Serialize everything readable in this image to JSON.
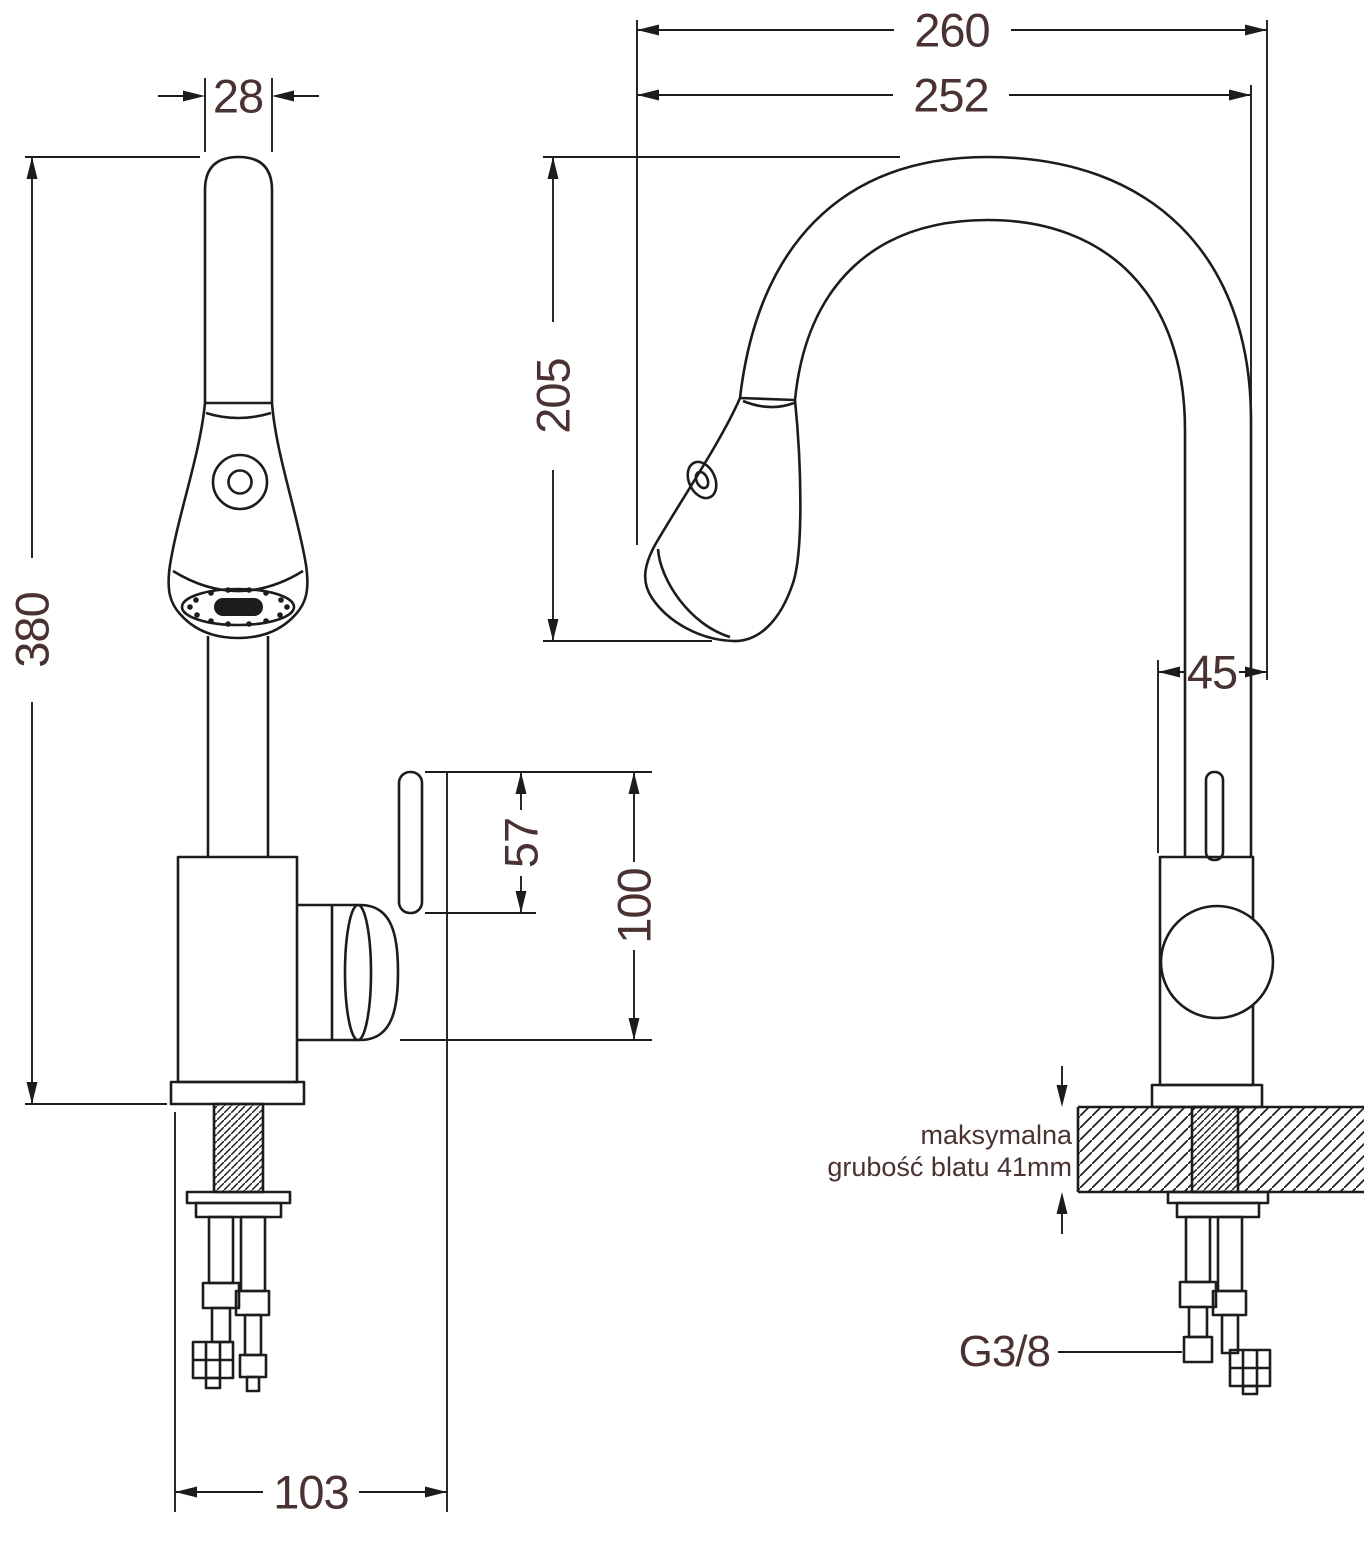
{
  "meta": {
    "title": "Kitchen faucet dimensional drawing",
    "line_color": "#1c1c1c",
    "text_color": "#4a3232",
    "background": "#ffffff"
  },
  "front_view": {
    "spout_width": "28",
    "total_height": "380",
    "handle_upper": "57",
    "handle_total": "100",
    "base_depth": "103"
  },
  "side_view": {
    "overall_reach": "260",
    "spout_reach": "252",
    "spout_height": "205",
    "body_depth": "45",
    "counter_note_line1": "maksymalna",
    "counter_note_line2": "grubość blatu 41mm",
    "connection_thread": "G3/8"
  }
}
